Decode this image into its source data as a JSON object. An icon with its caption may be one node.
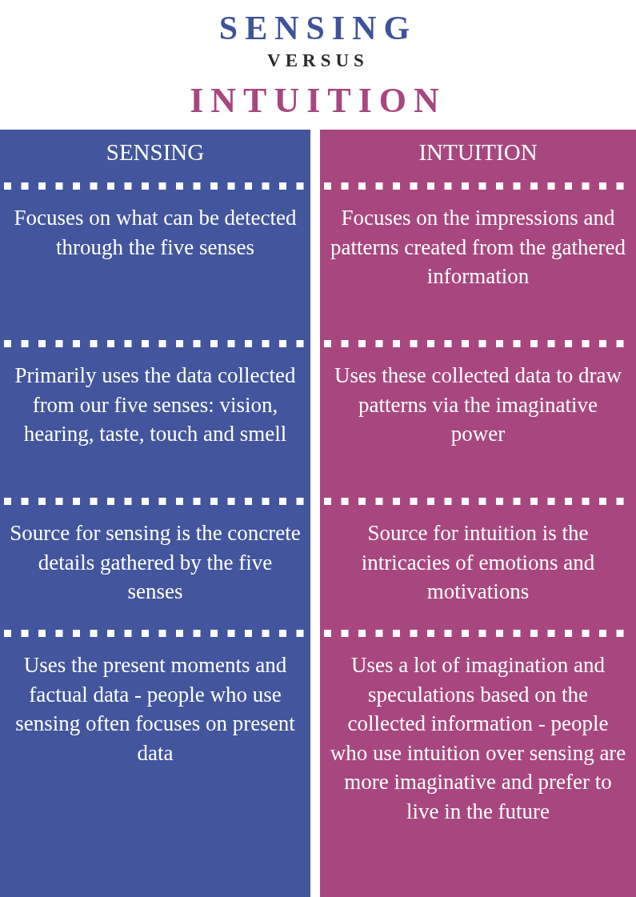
{
  "diagram": {
    "title": "SENSING VERSUS INTUITION",
    "nodes": [
      {
        "text": [
          "SENSING",
          "Focuses on what can be detected through the five senses",
          "Primarily uses the data collected from our five senses: vision, hearing, taste, touch and smell",
          "Source for sensing is the concrete details gathered by the five senses",
          "Uses the present moments and factual data - people who use sensing often focuses on present data"
        ]
      },
      {
        "text": [
          "INTUITION",
          "Focuses on the impressions and patterns created from the gathered information",
          "Uses these collected data to draw patterns via the imaginative power",
          "Source for intuition is the intricacies of emotions and motivations",
          "Uses a lot of imagination and speculations based on the collected information - people who use intuition over sensing are more imaginative and prefer to live in the future"
        ]
      }
    ]
  }
}
